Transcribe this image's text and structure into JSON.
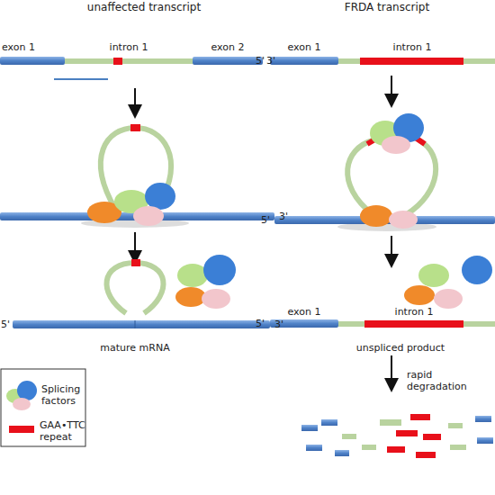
{
  "diagram": {
    "labels": [
      "unaffected transcript",
      "FRDA transcript",
      "exon 1",
      "intron 1",
      "exon 2",
      "3'",
      "3'",
      "5'",
      "3'",
      "mature mRNA",
      "exon 1",
      "intron 1",
      "5'",
      "5'",
      "5'",
      "exon 1",
      "intron 1",
      "unspliced product",
      "rapid degradation"
    ],
    "legend": [
      {
        "text": "Splicing factors"
      },
      {
        "text": "GAA•TTC repeat",
        "color": "#e8101a"
      }
    ]
  }
}
